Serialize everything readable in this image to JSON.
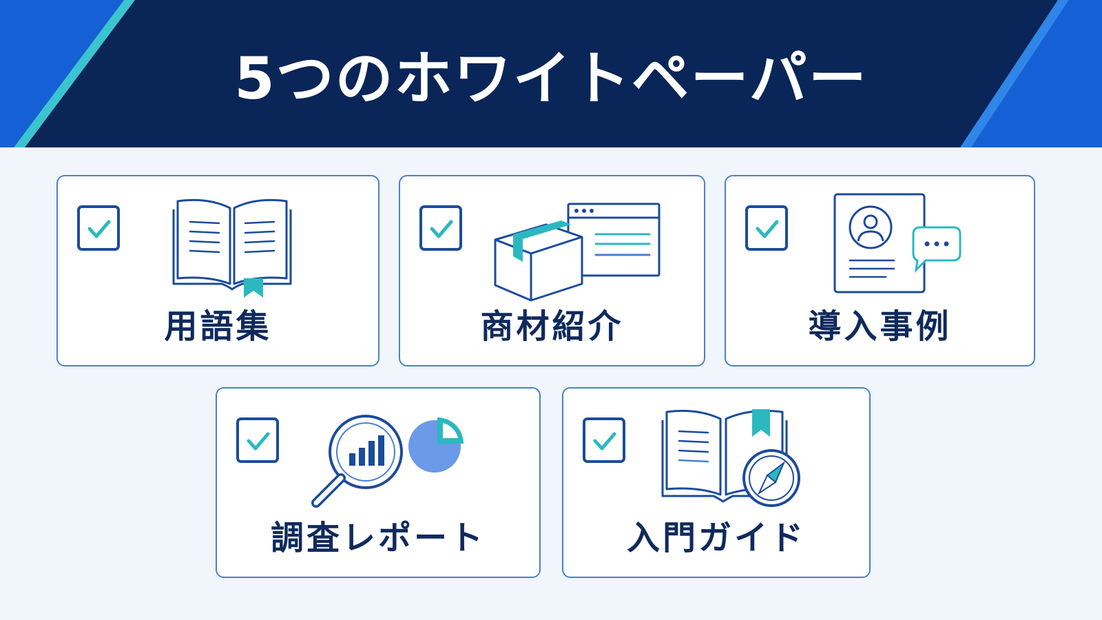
{
  "header": {
    "title": "5つのホワイトペーパー"
  },
  "colors": {
    "header_bg": "#0a2557",
    "accent_teal": "#2bb8c0",
    "accent_blue": "#1b4b9c",
    "text": "#0f2a5c"
  },
  "cards": [
    {
      "label": "用語集",
      "icon": "open-book-icon",
      "checked": true
    },
    {
      "label": "商材紹介",
      "icon": "product-box-icon",
      "checked": true
    },
    {
      "label": "導入事例",
      "icon": "case-profile-icon",
      "checked": true
    },
    {
      "label": "調査レポート",
      "icon": "research-report-icon",
      "checked": true
    },
    {
      "label": "入門ガイド",
      "icon": "guide-book-icon",
      "checked": true
    }
  ]
}
